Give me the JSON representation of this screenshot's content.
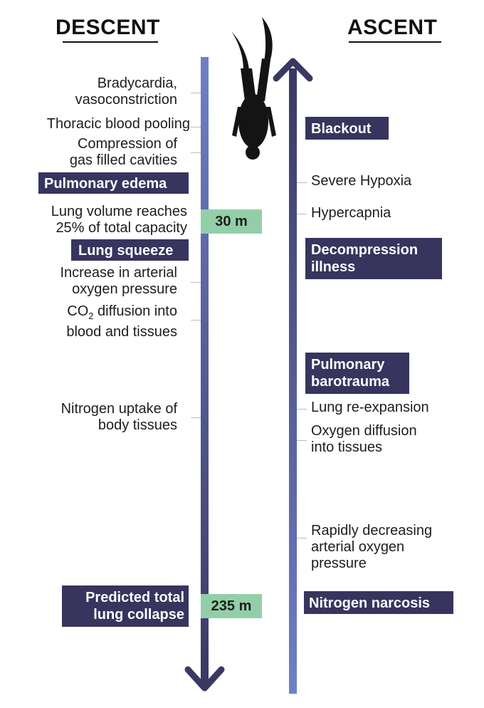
{
  "headers": {
    "descent": "DESCENT",
    "ascent": "ASCENT"
  },
  "depth_markers": {
    "first": "30 m",
    "second": "235 m"
  },
  "descent": {
    "effects": {
      "bradycardia": "Bradycardia,\nvasoconstriction",
      "thoracic": "Thoracic blood pooling",
      "compression": "Compression of\ngas filled cavities",
      "lung_volume": "Lung volume reaches\n25% of total capacity",
      "arterial_oxygen": "Increase in arterial\noxygen pressure",
      "co2_prefix": "CO",
      "co2_sub": "2",
      "co2_rest": " diffusion into",
      "co2_line2": "blood and tissues",
      "nitrogen_uptake": "Nitrogen uptake of\nbody tissues"
    },
    "risks": {
      "pulmonary_edema": "Pulmonary edema",
      "lung_squeeze": "Lung squeeze",
      "lung_collapse": "Predicted total\nlung collapse"
    }
  },
  "ascent": {
    "effects": {
      "severe_hypoxia": "Severe Hypoxia",
      "hypercapnia": "Hypercapnia",
      "lung_reexpansion": "Lung re-expansion",
      "oxygen_diffusion": "Oxygen diffusion\ninto tissues",
      "decreasing_oxygen": "Rapidly decreasing\narterial oxygen\npressure"
    },
    "risks": {
      "blackout": "Blackout",
      "decompression": "Decompression\nillness",
      "barotrauma": "Pulmonary\nbarotrauma",
      "narcosis": "Nitrogen narcosis"
    }
  },
  "colors": {
    "badge": "#37345e",
    "depth_badge": "#92cfa9",
    "arrow_light": "#6f80c6",
    "arrow_dark": "#3a3864"
  }
}
